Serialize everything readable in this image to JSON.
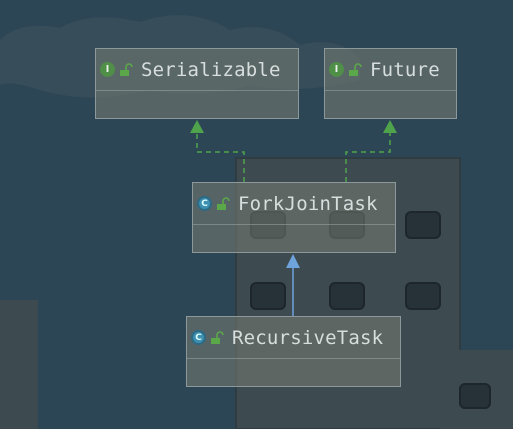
{
  "diagram": {
    "nodes": [
      {
        "id": "serializable",
        "label": "Serializable",
        "kind": "I",
        "kind_type": "interface"
      },
      {
        "id": "future",
        "label": "Future",
        "kind": "I",
        "kind_type": "interface"
      },
      {
        "id": "forkjointask",
        "label": "ForkJoinTask",
        "kind": "C",
        "kind_type": "abstract-class"
      },
      {
        "id": "recursivetask",
        "label": "RecursiveTask",
        "kind": "C",
        "kind_type": "abstract-class"
      }
    ],
    "edges": [
      {
        "from": "forkjointask",
        "to": "serializable",
        "type": "implements",
        "style": "dashed",
        "color": "#4fa34a"
      },
      {
        "from": "forkjointask",
        "to": "future",
        "type": "implements",
        "style": "dashed",
        "color": "#4fa34a"
      },
      {
        "from": "recursivetask",
        "to": "forkjointask",
        "type": "extends",
        "style": "solid",
        "color": "#6fa3dc"
      }
    ]
  },
  "colors": {
    "background": "#2d4656",
    "node_fill": "#7a7d73",
    "node_border": "#8d989b",
    "interface_badge": "#4f8f48",
    "class_badge": "#3e8fb0",
    "text": "#d7dedd"
  }
}
